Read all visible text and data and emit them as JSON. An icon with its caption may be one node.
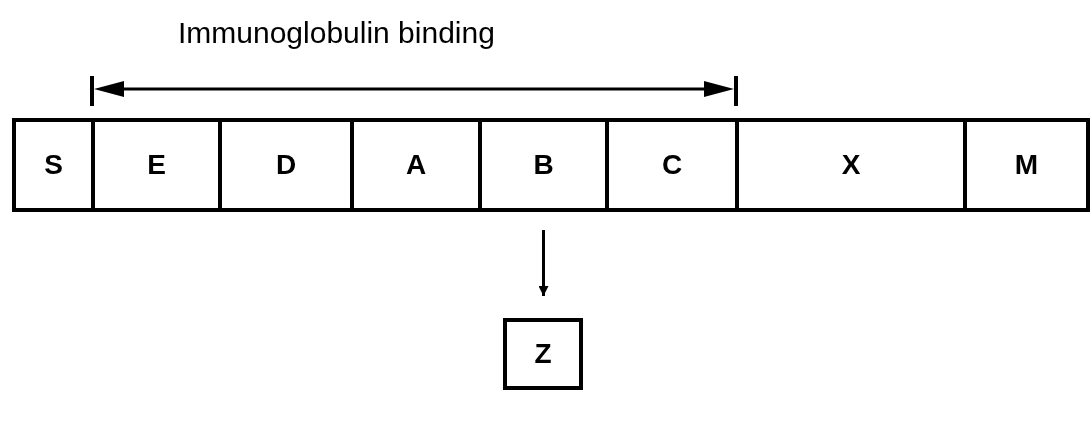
{
  "diagram": {
    "nodes": [
      {
        "text": [
          "S"
        ]
      },
      {
        "text": [
          "E"
        ]
      },
      {
        "text": [
          "D"
        ]
      },
      {
        "text": [
          "A"
        ]
      },
      {
        "text": [
          "B"
        ]
      },
      {
        "text": [
          "C"
        ]
      },
      {
        "text": [
          "X"
        ]
      },
      {
        "text": [
          "M"
        ]
      },
      {
        "text": [
          "Z"
        ]
      }
    ],
    "edges": [
      {
        "from": 4,
        "to": 8,
        "arrow": "to"
      }
    ],
    "labels": [
      "Immunoglobulin binding"
    ]
  }
}
